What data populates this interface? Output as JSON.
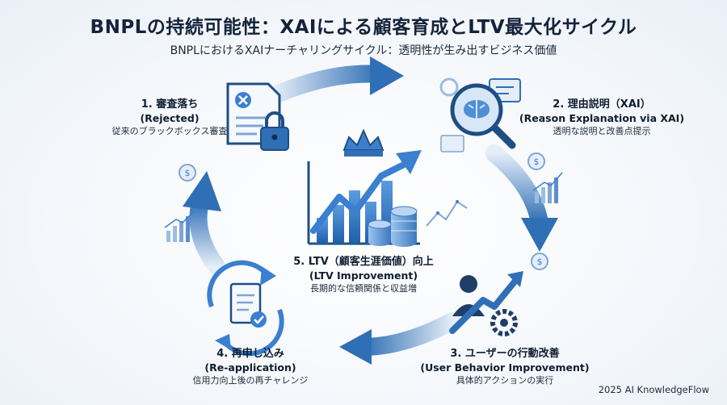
{
  "title": "BNPLの持続可能性：XAIによる顧客育成とLTV最大化サイクル",
  "subtitle": "BNPLにおけるXAIナーチャリングサイクル：透明性が生み出すビジネス価値",
  "steps": [
    {
      "title": "1. 審査落ち",
      "subtitle": "(Rejected)",
      "desc": "従来のブラックボックス審査",
      "icon": "rejected-document-lock-icon"
    },
    {
      "title": "2. 理由説明（XAI）",
      "subtitle": "(Reason Explanation via XAI)",
      "desc": "透明な説明と改善点提示",
      "icon": "ai-brain-magnifier-icon"
    },
    {
      "title": "3. ユーザーの行動改善",
      "subtitle": "(User Behavior Improvement)",
      "desc": "具体的アクションの実行",
      "icon": "user-growth-gear-icon"
    },
    {
      "title": "4. 再申し込み",
      "subtitle": "(Re-application)",
      "desc": "信用力向上後の再チャレンジ",
      "icon": "reapply-document-check-icon"
    }
  ],
  "center": {
    "title": "5. LTV（顧客生涯価値）向上",
    "subtitle": "(LTV Improvement)",
    "desc": "長期的な信頼関係と収益増",
    "icon": "crown-growth-chart-icon"
  },
  "footer": "2025 AI KnowledgeFlow",
  "colors": {
    "arrow_light": "#dce8f6",
    "arrow_dark": "#2f6fb5",
    "accent": "#3b7fd0",
    "text": "#14233a"
  }
}
